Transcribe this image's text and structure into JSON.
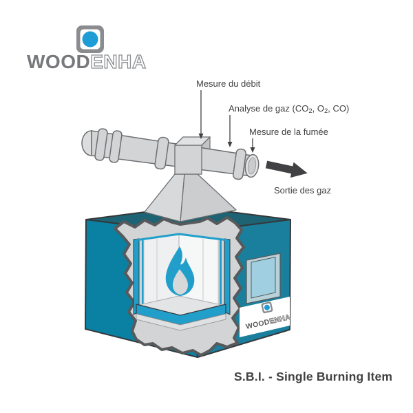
{
  "header_logo": {
    "brand_solid": "WOOD",
    "brand_outline": "ENHA"
  },
  "annotations": {
    "flow_label": "Mesure du débit",
    "gas_label_parts": {
      "p1": "Analyse de gaz (CO",
      "s1": "2",
      "p2": ", O",
      "s2": "2",
      "p3": ", CO)"
    },
    "smoke_label": "Mesure de la fumée",
    "outlet_label": "Sortie des gaz"
  },
  "apparatus_label": {
    "brand_solid": "WOOD",
    "brand_outline": "ENHA"
  },
  "caption": "S.B.I. - Single Burning Item",
  "colors": {
    "accent_blue": "#219fca",
    "logo_blue": "#1e9cd6",
    "box_top": "#1e6373",
    "box_left": "#0a80a3",
    "box_right": "#1a7f9d",
    "metal_gray": "#d2d4d5",
    "outline_gray": "#58595b",
    "text_dark": "#414042"
  }
}
